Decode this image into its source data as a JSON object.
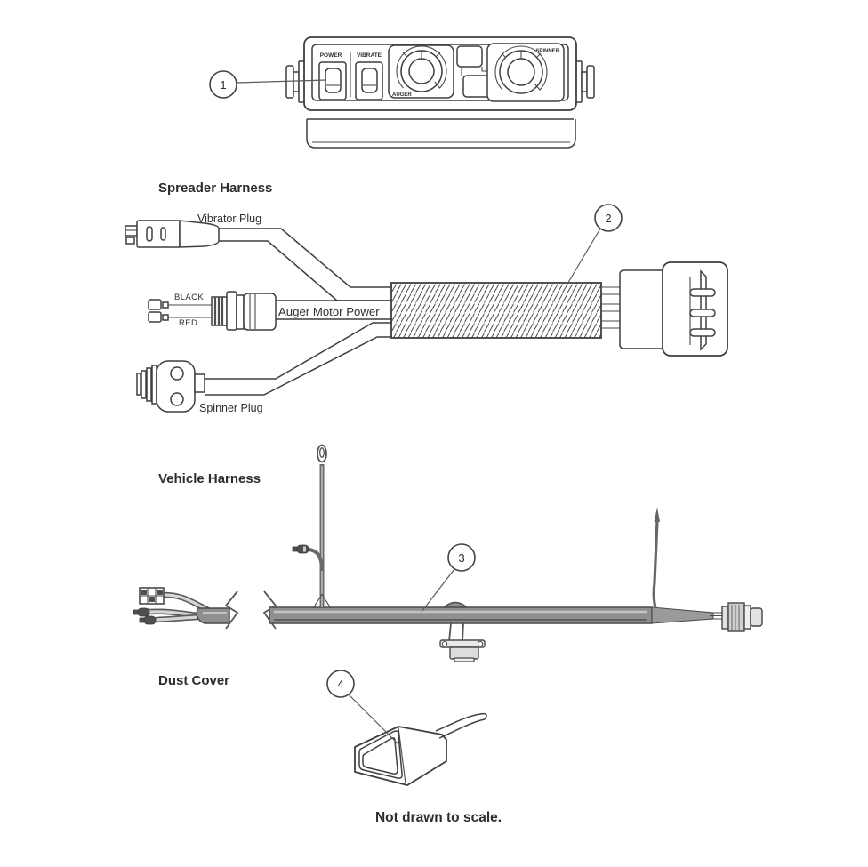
{
  "meta": {
    "footnote": "Not drawn to scale."
  },
  "control_head": {
    "callout": "1",
    "labels": {
      "power": "POWER",
      "vibrate": "VIBRATE",
      "auger": "AUGER",
      "spinner": "SPINNER"
    }
  },
  "spreader_harness": {
    "title": "Spreader Harness",
    "callout": "2",
    "labels": {
      "vibrator_plug": "Vibrator Plug",
      "black_wire": "BLACK",
      "red_wire": "RED",
      "auger_motor_power": "Auger Motor Power",
      "spinner_plug": "Spinner Plug"
    }
  },
  "vehicle_harness": {
    "title": "Vehicle Harness",
    "callout": "3"
  },
  "dust_cover": {
    "title": "Dust Cover",
    "callout": "4"
  },
  "colors": {
    "line_art": "#3f3f3f",
    "cable_gray": "#8f8f8f",
    "text": "#2d2d2d",
    "background": "#ffffff"
  }
}
